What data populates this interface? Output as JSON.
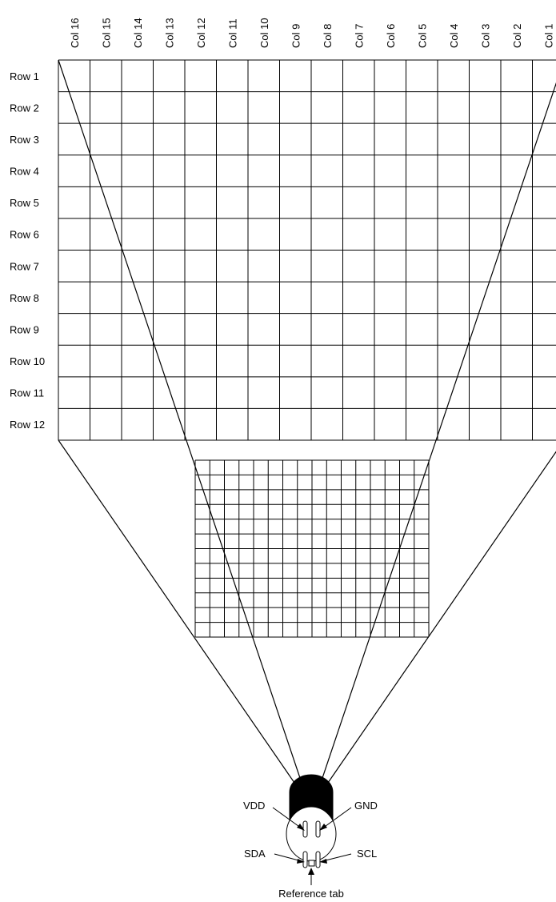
{
  "column_labels": [
    "Col 16",
    "Col 15",
    "Col 14",
    "Col 13",
    "Col 12",
    "Col 11",
    "Col 10",
    "Col 9",
    "Col 8",
    "Col 7",
    "Col 6",
    "Col 5",
    "Col 4",
    "Col 3",
    "Col 2",
    "Col 1"
  ],
  "row_labels": [
    "Row 1",
    "Row 2",
    "Row 3",
    "Row 4",
    "Row 5",
    "Row 6",
    "Row 7",
    "Row 8",
    "Row 9",
    "Row 10",
    "Row 11",
    "Row 12"
  ],
  "sensor": {
    "pins": {
      "vdd": "VDD",
      "gnd": "GND",
      "sda": "SDA",
      "scl": "SCL"
    },
    "reference_tab": "Reference tab"
  },
  "colors": {
    "line": "#000000",
    "background": "#ffffff",
    "sensor_cap": "#000000"
  }
}
